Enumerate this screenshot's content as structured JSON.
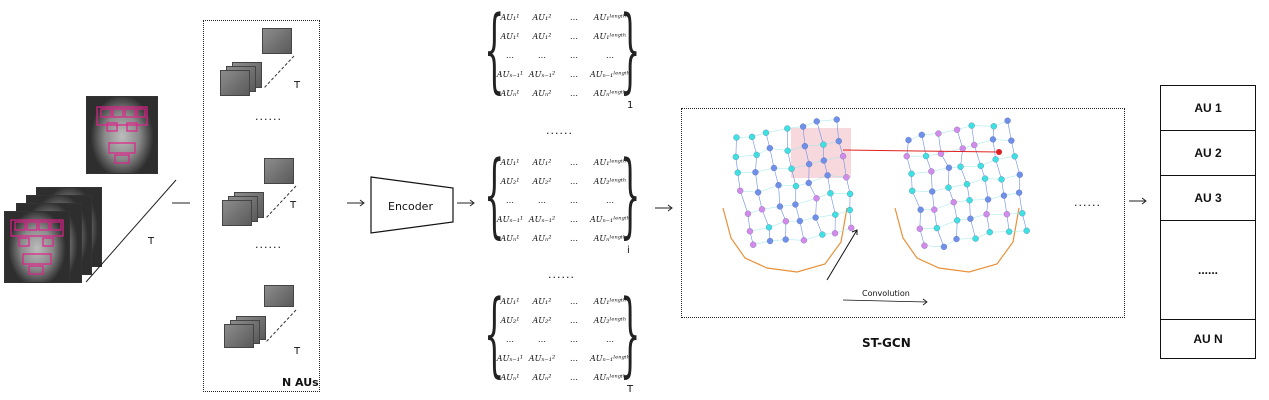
{
  "input_stage": {
    "t_label": "T"
  },
  "au_extraction": {
    "t_labels": [
      "T",
      "T",
      "T"
    ],
    "dots": [
      "......",
      "......"
    ],
    "footer": "N  AUs"
  },
  "encoder": {
    "label": "Encoder"
  },
  "matrices": {
    "blocks": [
      {
        "subscript": "1",
        "rows": [
          [
            "AU₁¹",
            "AU₁²",
            "…",
            "AU₁ˡᵉⁿᵍᵗʰ"
          ],
          [
            "AU₁¹",
            "AU₁²",
            "…",
            "AU₁ˡᵉⁿᵍᵗʰ"
          ],
          [
            "…",
            "…",
            "…",
            "…"
          ],
          [
            "AUₙ₋₁¹",
            "AUₙ₋₁²",
            "…",
            "AUₙ₋₁ˡᵉⁿᵍᵗʰ"
          ],
          [
            "AUₙ¹",
            "AUₙ²",
            "…",
            "AUₙˡᵉⁿᵍᵗʰ"
          ]
        ]
      },
      {
        "subscript": "i",
        "rows": [
          [
            "AU₁¹",
            "AU₁²",
            "…",
            "AU₁ˡᵉⁿᵍᵗʰ"
          ],
          [
            "AU₂¹",
            "AU₂²",
            "…",
            "AU₂ˡᵉⁿᵍᵗʰ"
          ],
          [
            "…",
            "…",
            "…",
            "…"
          ],
          [
            "AUₙ₋₁¹",
            "AUₙ₋₁²",
            "…",
            "AUₙ₋₁ˡᵉⁿᵍᵗʰ"
          ],
          [
            "AUₙ¹",
            "AUₙ²",
            "…",
            "AUₙˡᵉⁿᵍᵗʰ"
          ]
        ]
      },
      {
        "subscript": "T",
        "rows": [
          [
            "AU₁¹",
            "AU₁²",
            "…",
            "AU₁ˡᵉⁿᵍᵗʰ"
          ],
          [
            "AU₂¹",
            "AU₂²",
            "…",
            "AU₂ˡᵉⁿᵍᵗʰ"
          ],
          [
            "…",
            "…",
            "…",
            "…"
          ],
          [
            "AUₙ₋₁¹",
            "AUₙ₋₁²",
            "…",
            "AUₙ₋₁ˡᵉⁿᵍᵗʰ"
          ],
          [
            "AUₙ¹",
            "AUₙ²",
            "…",
            "AUₙˡᵉⁿᵍᵗʰ"
          ]
        ]
      }
    ],
    "dots": [
      "......",
      "......"
    ]
  },
  "stgcn": {
    "title": "ST-GCN",
    "convolution_label": "Convolution",
    "dots": "......",
    "colors": {
      "node_cyan": "#3fe0e0",
      "node_blue": "#6f8fe8",
      "node_violet": "#d48ae8",
      "edge_orange": "#e8913a",
      "highlight": "#f2c7cf",
      "link_red": "#e02020"
    }
  },
  "output": {
    "items": [
      "AU 1",
      "AU 2",
      "AU 3",
      "......",
      "AU N"
    ]
  },
  "colors": {
    "landmark_box": "#e0208a"
  }
}
